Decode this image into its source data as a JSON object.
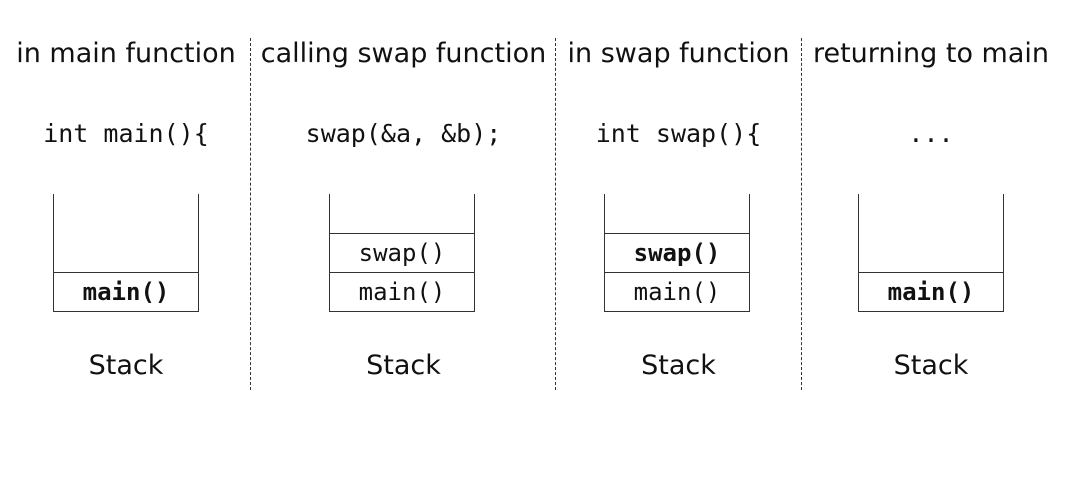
{
  "panels": [
    {
      "heading": "in main function",
      "code": "int main(){",
      "frames": [
        {
          "label": "main()",
          "bold": true
        }
      ],
      "stack_label": "Stack"
    },
    {
      "heading": "calling swap function",
      "code": "swap(&a, &b);",
      "frames": [
        {
          "label": "swap()",
          "bold": false
        },
        {
          "label": "main()",
          "bold": false
        }
      ],
      "stack_label": "Stack"
    },
    {
      "heading": "in swap function",
      "code": "int swap(){",
      "frames": [
        {
          "label": "swap()",
          "bold": true
        },
        {
          "label": "main()",
          "bold": false
        }
      ],
      "stack_label": "Stack"
    },
    {
      "heading": "returning to main",
      "code": "...",
      "frames": [
        {
          "label": "main()",
          "bold": true
        }
      ],
      "stack_label": "Stack"
    }
  ]
}
